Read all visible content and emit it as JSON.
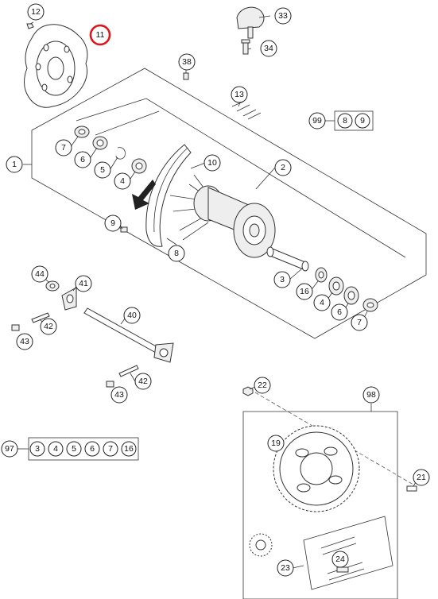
{
  "callouts": {
    "c1": "1",
    "c2": "2",
    "c3a": "3",
    "c4a": "4",
    "c4b": "4",
    "c5a": "5",
    "c6a": "6",
    "c6b": "6",
    "c7a": "7",
    "c7b": "7",
    "c8": "8",
    "c9a": "9",
    "c10": "10",
    "c11": "11",
    "c12": "12",
    "c13": "13",
    "c16a": "16",
    "c19": "19",
    "c21": "21",
    "c22": "22",
    "c23": "23",
    "c24": "24",
    "c33": "33",
    "c34": "34",
    "c38": "38",
    "c40": "40",
    "c41": "41",
    "c42a": "42",
    "c42b": "42",
    "c43a": "43",
    "c43b": "43",
    "c44": "44",
    "c98": "98",
    "c99": "99"
  },
  "kit_99": {
    "label": "99",
    "items": [
      "8",
      "9"
    ]
  },
  "kit_97": {
    "label": "97",
    "items": [
      "3",
      "4",
      "5",
      "6",
      "7",
      "16"
    ]
  },
  "highlight_color": "#e0151b"
}
